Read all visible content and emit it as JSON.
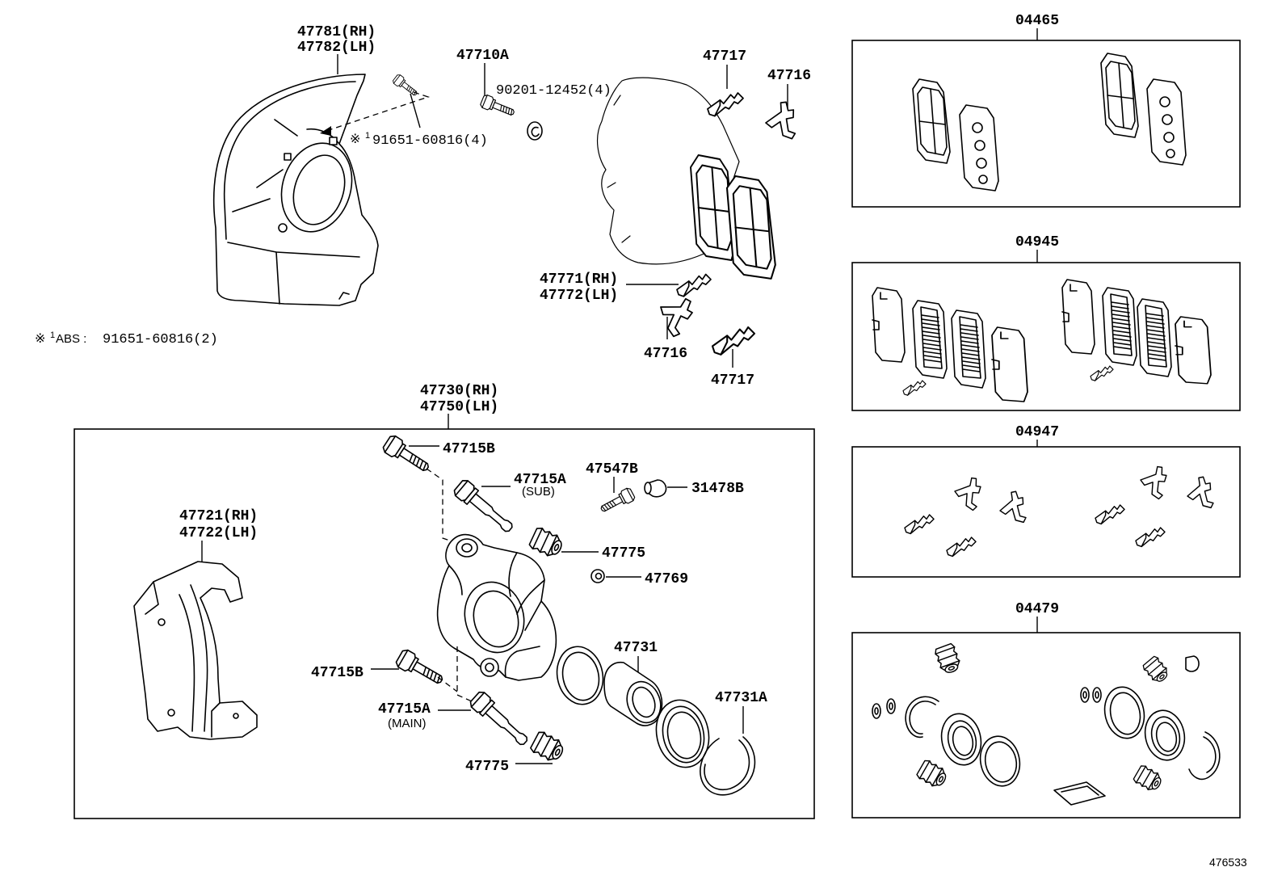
{
  "dust_cover": {
    "part_rh": "47781(RH)",
    "part_lh": "47782(LH)"
  },
  "dust_cover_bolt": {
    "mark": "※",
    "note": "1",
    "part": "91651-60816(4)"
  },
  "abs_note": {
    "mark": "※",
    "note": "1",
    "label": "ABS :",
    "part": "91651-60816(2)"
  },
  "caliper_bolt": "47710A",
  "washer": "90201-12452(4)",
  "upper_clip_a": "47717",
  "upper_clip_b": "47716",
  "pad_clip": {
    "part_rh": "47771(RH)",
    "part_lh": "47772(LH)"
  },
  "lower_clip_a": "47716",
  "lower_clip_b": "47717",
  "caliper_assembly": {
    "part_rh": "47730(RH)",
    "part_lh": "47750(LH)"
  },
  "caliper_parts": {
    "slide_bolt_upper": "47715B",
    "slide_pin_sub": "47715A",
    "slide_pin_sub_note": "(SUB)",
    "bleeder_plug": "47547B",
    "bleeder_cap": "31478B",
    "mounting_rh": "47721(RH)",
    "mounting_lh": "47722(LH)",
    "boot_upper": "47775",
    "bushing": "47769",
    "piston": "47731",
    "slide_bolt_lower": "47715B",
    "slide_pin_main": "47715A",
    "slide_pin_main_note": "(MAIN)",
    "piston_seal_set": "47731A",
    "boot_lower": "47775"
  },
  "kits": [
    {
      "part": "04465"
    },
    {
      "part": "04945"
    },
    {
      "part": "04947"
    },
    {
      "part": "04479"
    }
  ],
  "diagram_number": "476533"
}
